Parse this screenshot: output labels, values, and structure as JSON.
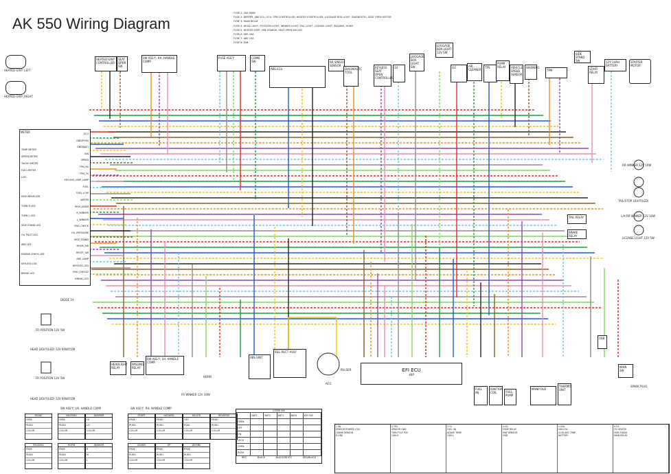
{
  "title": "AK 550 Wiring Diagram",
  "fuse_notes": [
    "FUSE 1: 40A MAIN",
    "FUSE 2: BEEPER, ABS ECU, ECU, TPM CONTROLLER, HEATED CONTROLLER, LUGGAGE BOX LIGHT, DIAGNOSTIC, SEAT OPEN MOTOR",
    "FUSE 3: MAIN RELAY",
    "FUSE 4: HEAD LIGHT, POSITION LIGHT, WINKER LIGHT, TAIL LIGHT, LICENSE LIGHT, PASSING, HORN",
    "FUSE 5: HEATED GRIP, USB CHARGE, SEAT OPEN SW LED",
    "FUSE 6: ABS 40A",
    "FUSE 7: ABS 15A",
    "FUSE 8: FAN"
  ],
  "components": {
    "heated_grip_left": "HEATED GRIP, LEFT",
    "heated_grip_right": "HEATED GRIP, RIGHT",
    "heated_grip_controller": "HEATED GRIP CONTROLLER",
    "seat_open_switch": "SEAT OPEN SW",
    "seat_open_motor": "SEAT OPEN MOTOR",
    "handle_comp": "SW ASS'Y, RH, HANDLE COMP.",
    "fuse_box": "FUSE ASS'Y",
    "comb_sw": "COMB SW",
    "abs_ecu": "ABS ECU",
    "rr_speed_sensor": "RR SPEED SENSOR",
    "diagnostic_tool": "DIAGNOSTIC TOOL",
    "keyless_controller": "KEYLESS SEAT OPEN CONTROLLER",
    "o2": "O2",
    "seat_open_motor_2": "SEAT OPEN MOTOR",
    "luggage_box_light_sw": "LUGGAGE BOX LIGHT SW",
    "luggage_box_light": "LUGGAGE BOX LIGHT 12V 5W",
    "isc": "ISC",
    "air_cleaner": "AIR CLEANER",
    "tps": "TPS",
    "pump_relay": "PUMP RELAY",
    "vehicle_speed_sensor": "VEHICLE SPEED SENSOR",
    "warning": "WARNING",
    "tpm": "TPM",
    "side_stand_sw": "SIDE STAND SW",
    "start_relay": "START RELAY",
    "battery": "12V 14AH BATTERY",
    "starter_motor": "STARTER MOTOR",
    "rr_winker_r": "RR WINKER 12V 10W",
    "tail_stop_light": "TAIL/STOP LIGHT(LED)",
    "tail_relay": "TAIL RELAY",
    "brake_relay": "BRAKE RELAY",
    "rr_winker_l": "L/H RR WINKER 12V 10W",
    "license_light": "LICENSE LIGHT 12V 5W",
    "meter": "METER",
    "diode": "DIODE 1A",
    "fr_position_r": "FR POSITION 12V 5W",
    "head_light_r": "HEAD LIGHT(LED) 12V 60W/55W",
    "fr_position_l": "FR POSITION 12V 5W",
    "head_light_l": "HEAD LIGHT(LED) 12V 60W/55W",
    "headlight_relay": "HEADLIGHT RELAY",
    "passing_relay": "PASSING RELAY",
    "sw_lh": "SW ASS'Y, LH, HANDLE COMP.",
    "horn": "HORN",
    "fr_winker": "FR WINKER 12V 10W",
    "abs_unit": "ABS UNIT",
    "regulator": "REG RECT ASSY",
    "ac_generator": "ACG",
    "pulser": "PULSER",
    "efi_ecu": "EFI ECU",
    "efi_ecu_pins": "40P",
    "fuel_inj": "FUEL INJ",
    "fuel_pump": "FUEL PUMP",
    "manifold": "MANIFOLD",
    "thermo_unit": "THERMO UNIT",
    "usb": "USB",
    "main_sw": "MAIN SW",
    "ignition_coil": "IGNITION COIL",
    "spark_plug": "SPARK PLUG"
  },
  "meter_pins": [
    "ECU",
    "GND(PGM)",
    "GND(BAT)",
    "IGN",
    "SPEED",
    "TPM_RX",
    "TPM_TX",
    "KEYLESS_GRIP_LAMP",
    "FUEL",
    "FUEL_LOW",
    "WATER",
    "HIGH_BEAM",
    "R_WINKER",
    "L_WINKER",
    "ENG_CHECK",
    "OIL_PRESSURE",
    "SIDE_STAND",
    "MODE_SW",
    "RESET_SW",
    "ABS_LAMP",
    "KEYLESS_LED",
    "ENG_CHECK2",
    "BREAK_LED"
  ],
  "meter_indicators": [
    "TEMP METER",
    "SPEED METER",
    "TACHO METER",
    "FUEL METER",
    "LCD"
  ],
  "meter_leds": [
    "HIGH BEAM LED",
    "TURN R LED",
    "TURN L LED",
    "SIDE STAND LED",
    "OIL PILOT LED",
    "ABS LED",
    "ENGINE CHECK LED",
    "KEYLESS LED",
    "BREAK LED"
  ],
  "switch_tables": [
    {
      "name": "MODE",
      "rows": [
        "FREE",
        "PUSH",
        "COLOR"
      ]
    },
    {
      "name": "HEATING",
      "rows": [
        "FREE",
        "PUSH",
        "COLOR"
      ]
    },
    {
      "name": "DIMMER",
      "rows": [
        "HI",
        "LO",
        "COLOR"
      ]
    },
    {
      "name": "PASSING",
      "rows": [
        "FREE",
        "PUSH",
        "COLOR"
      ]
    },
    {
      "name": "HORN",
      "rows": [
        "FREE",
        "PUSH",
        "COLOR"
      ]
    },
    {
      "name": "WINKER",
      "rows": [
        "R",
        "N",
        "L"
      ]
    },
    {
      "name": "START",
      "rows": [
        "FREE",
        "PUSH",
        "COLOR"
      ]
    },
    {
      "name": "HAZARD",
      "rows": [
        "FREE",
        "PUSH",
        "COLOR"
      ]
    },
    {
      "name": "KILLER",
      "rows": [
        "OFF",
        "RUN",
        "COLOR"
      ]
    },
    {
      "name": "REVERSE",
      "rows": [
        "FREE",
        "PUSH",
        "COLOR"
      ]
    },
    {
      "name": "DOWN",
      "rows": [
        "FREE",
        "PUSH",
        "COLOR"
      ]
    },
    {
      "name": "UP",
      "rows": [
        "FREE",
        "PUSH",
        "COLOR"
      ]
    },
    {
      "name": "DEFINE",
      "rows": [
        "FREE",
        "PUSH",
        "COLOR"
      ]
    }
  ],
  "switch_groups": {
    "left": "SW ASS'Y, LH, HANDLE COMP.",
    "right": "SW ASS'Y, RH, HANDLE COMP."
  },
  "comb_table": {
    "title": "COMB SW",
    "header": [
      "",
      "BAT1",
      "BAT2",
      "BAT3",
      "BAT4",
      "KEY SW"
    ],
    "rows": [
      "OPEN",
      "OFF",
      "ON",
      "LOCK",
      "OPEN",
      "PUSH"
    ],
    "footer": [
      "RED",
      "BLACK",
      "BLACK/WHITE",
      "RED/BLACK"
    ]
  },
  "ecu_pin_table": [
    [
      "1 INJ",
      "2 TPS",
      "3 TS",
      "4 ISC",
      "5 IGN",
      "6 O2"
    ],
    [
      "SENSOR POWER(+5V)",
      "SENSOR GND",
      "FUEL INJ",
      "PUMP RELAY",
      "IGN COIL",
      "O2 HEATER"
    ],
    [
      "CRANK SENSOR",
      "THROTTLE POS",
      "INTAKE TEMP",
      "MAP SENSOR",
      "COOLANT TEMP",
      "SIDE STAND"
    ],
    [
      "K-LINE",
      "CAN-H",
      "CAN-L",
      "GND",
      "BATTERY",
      "MAIN RELAY"
    ]
  ],
  "wire_colors": {
    "red": "#e0261b",
    "green": "#1f9a3a",
    "blue": "#1b59c9",
    "yellow": "#f2c500",
    "black": "#222222",
    "brown": "#8a5a2b",
    "orange": "#f08a1c",
    "purple": "#8e44ad",
    "pink": "#e98cb5",
    "lightblue": "#6ec3ea",
    "gray": "#8c8c8c",
    "lightgreen": "#7ed957"
  }
}
